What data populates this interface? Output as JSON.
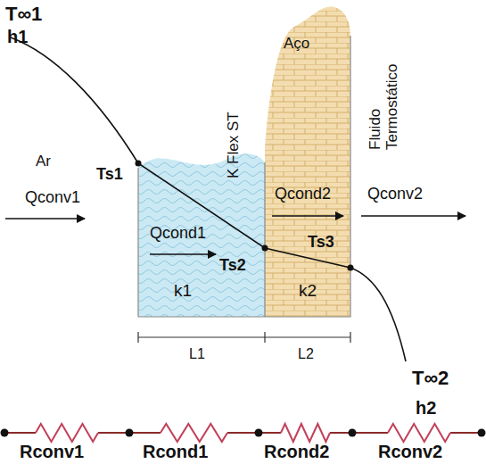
{
  "diagram": {
    "nodes": [
      {
        "text": [
          "K Flex ST",
          "k1"
        ]
      },
      {
        "text": [
          "Aço",
          "k2"
        ]
      }
    ],
    "labels": [
      "T∞1",
      "h1",
      "Ar",
      "Qconv1",
      "Ts1",
      "Qcond1",
      "Ts2",
      "Qcond2",
      "Ts3",
      "Qconv2",
      "Fluido Termostático",
      "T∞2",
      "h2",
      "L1",
      "L2",
      "Rconv1",
      "Rcond1",
      "Rcond2",
      "Rconv2"
    ]
  }
}
